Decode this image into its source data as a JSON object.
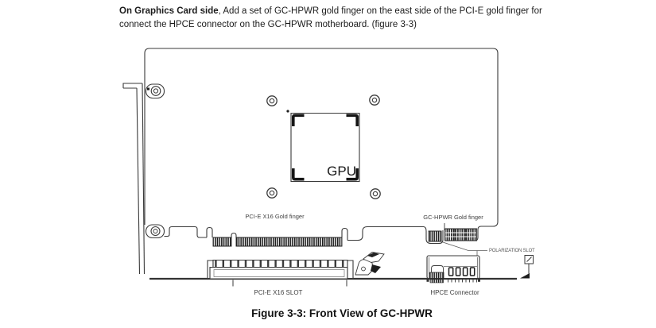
{
  "page": {
    "intro": {
      "bold": "On Graphics Card side",
      "line1_rest": ", Add a set of GC-HPWR gold finger on the east side of the PCI-E gold finger for",
      "line2": "connect the HPCE connector on the GC-HPWR motherboard. (figure 3-3)"
    },
    "caption": "Figure 3-3: Front View of GC-HPWR"
  },
  "diagram": {
    "labels": {
      "gpu": "GPU",
      "pcie_gold_finger": "PCI-E X16 Gold finger",
      "gc_hpwr_gold_finger": "GC-HPWR Gold finger",
      "polarization_slot": "POLARIZATION SLOT",
      "pcie_slot": "PCI-E X16 SLOT",
      "hpce_connector": "HPCE Connector"
    },
    "colors": {
      "line": "#3a3a3a",
      "dark_fill": "#1e1e1e",
      "label_text": "#3f3f3f",
      "body_text": "#1c1c1c"
    }
  }
}
